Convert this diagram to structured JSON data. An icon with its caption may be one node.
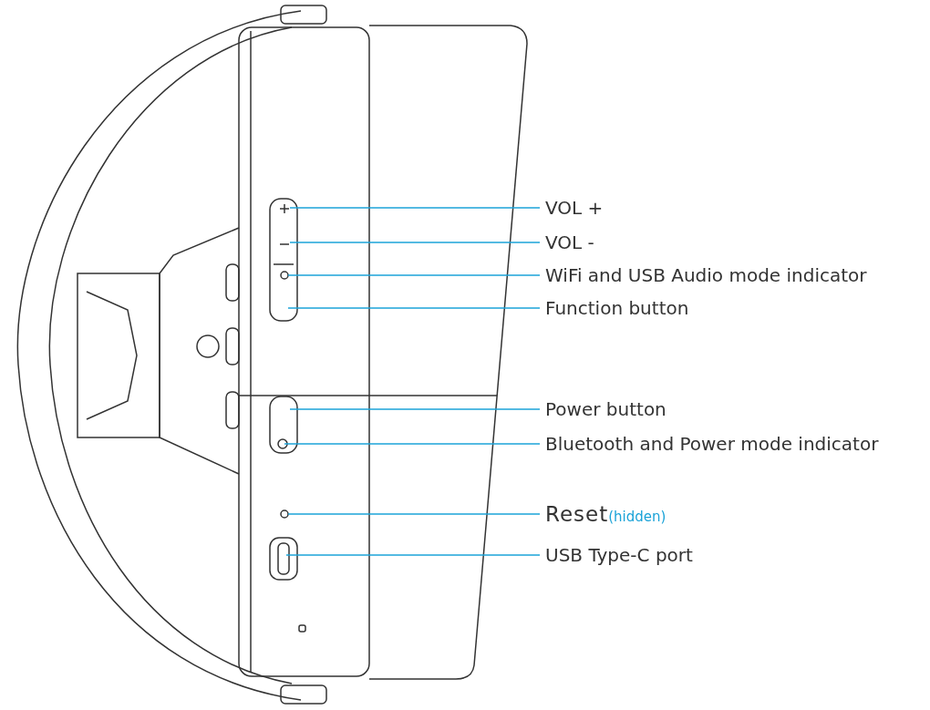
{
  "diagram": {
    "nodes": [
      {
        "text": [
          "VOL +"
        ]
      },
      {
        "text": [
          "VOL -"
        ]
      },
      {
        "text": [
          "WiFi and USB Audio mode indicator"
        ]
      },
      {
        "text": [
          "Function button"
        ]
      },
      {
        "text": [
          "Power button"
        ]
      },
      {
        "text": [
          "Bluetooth and Power mode indicator"
        ]
      },
      {
        "text": [
          "Reset",
          "(hidden)"
        ]
      },
      {
        "text": [
          "USB Type-C port"
        ]
      }
    ],
    "edges": [
      {
        "from": 0,
        "to": null,
        "arrow": "none"
      },
      {
        "from": 1,
        "to": null,
        "arrow": "none"
      },
      {
        "from": 2,
        "to": null,
        "arrow": "none"
      },
      {
        "from": 3,
        "to": null,
        "arrow": "none"
      },
      {
        "from": 4,
        "to": null,
        "arrow": "none"
      },
      {
        "from": 5,
        "to": null,
        "arrow": "none"
      },
      {
        "from": 6,
        "to": null,
        "arrow": "none"
      },
      {
        "from": 7,
        "to": null,
        "arrow": "none"
      }
    ]
  }
}
